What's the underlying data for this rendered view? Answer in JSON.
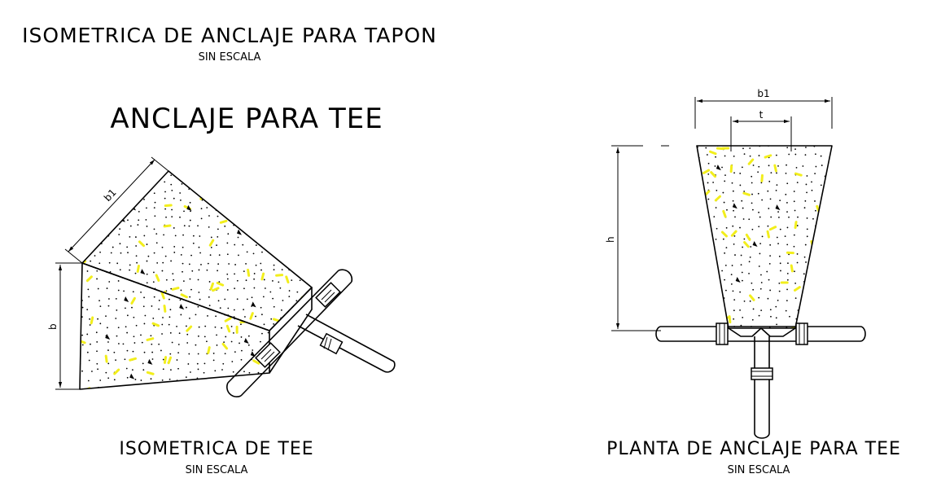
{
  "titles": {
    "top_title": "ISOMETRICA DE ANCLAJE PARA TAPON",
    "top_scale": "SIN ESCALA",
    "tee_heading": "ANCLAJE PARA TEE",
    "iso_caption": "ISOMETRICA DE TEE",
    "iso_scale": "SIN ESCALA",
    "plan_caption": "PLANTA DE ANCLAJE PARA TEE",
    "plan_scale": "SIN ESCALA"
  },
  "dimensions": {
    "iso_b1": "b1",
    "iso_b": "b",
    "plan_b1": "b1",
    "plan_t": "t",
    "plan_h": "h"
  },
  "colors": {
    "line": "#000000",
    "aggregate": "#f2ee1c",
    "background": "#ffffff"
  }
}
